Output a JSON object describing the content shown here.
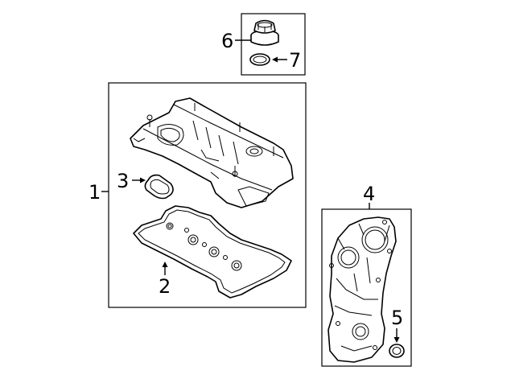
{
  "callouts": {
    "c1": "1",
    "c2": "2",
    "c3": "3",
    "c4": "4",
    "c5": "5",
    "c6": "6",
    "c7": "7"
  },
  "parts": [
    {
      "id": 1,
      "name": "valve-cover"
    },
    {
      "id": 2,
      "name": "valve-cover-gasket"
    },
    {
      "id": 3,
      "name": "spark-plug-tube-seal"
    },
    {
      "id": 4,
      "name": "timing-cover"
    },
    {
      "id": 5,
      "name": "front-crankshaft-seal"
    },
    {
      "id": 6,
      "name": "oil-filler-cap"
    },
    {
      "id": 7,
      "name": "filler-cap-seal"
    }
  ]
}
